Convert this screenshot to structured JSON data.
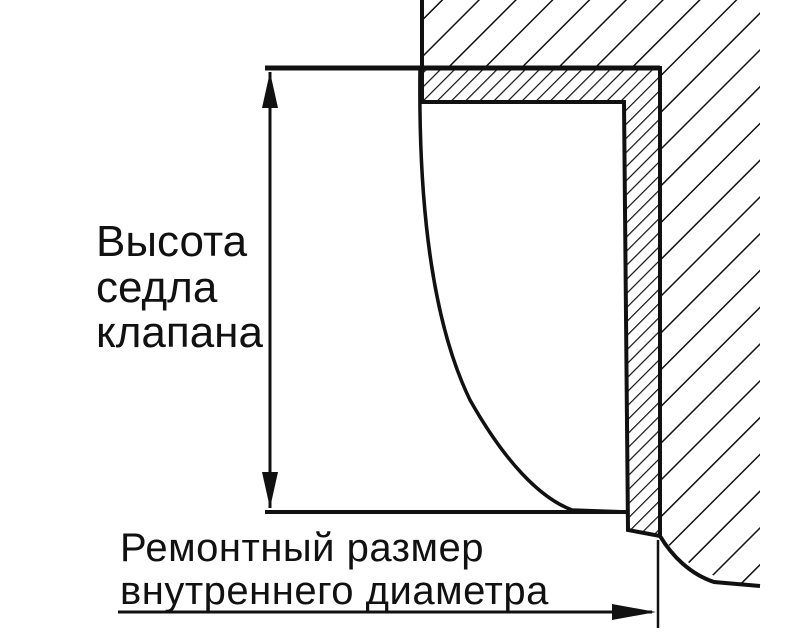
{
  "labels": {
    "seat_height": [
      "Высота",
      "седла",
      "клапана"
    ],
    "repair_size": [
      "Ремонтный размер",
      "внутреннего диаметра"
    ]
  },
  "colors": {
    "ink": "#111111",
    "background": "#ffffff"
  }
}
